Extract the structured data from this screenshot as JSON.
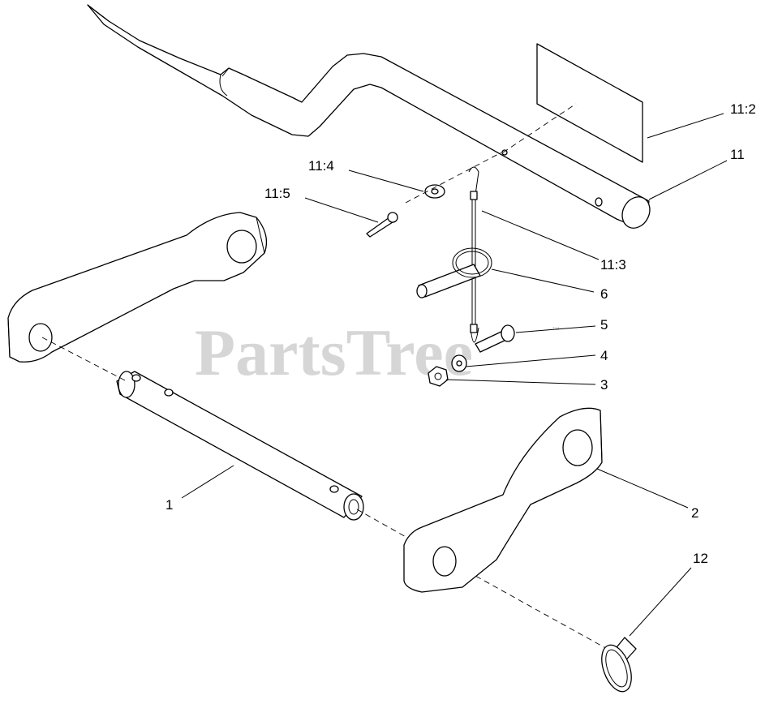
{
  "diagram": {
    "watermark": "PartsTree",
    "watermark_mark": "™",
    "callouts": {
      "c1": "1",
      "c2": "2",
      "c3": "3",
      "c4": "4",
      "c5": "5",
      "c6": "6",
      "c11": "11",
      "c11_2": "11:2",
      "c11_3": "11:3",
      "c11_4": "11:4",
      "c11_5": "11:5",
      "c12": "12"
    }
  }
}
